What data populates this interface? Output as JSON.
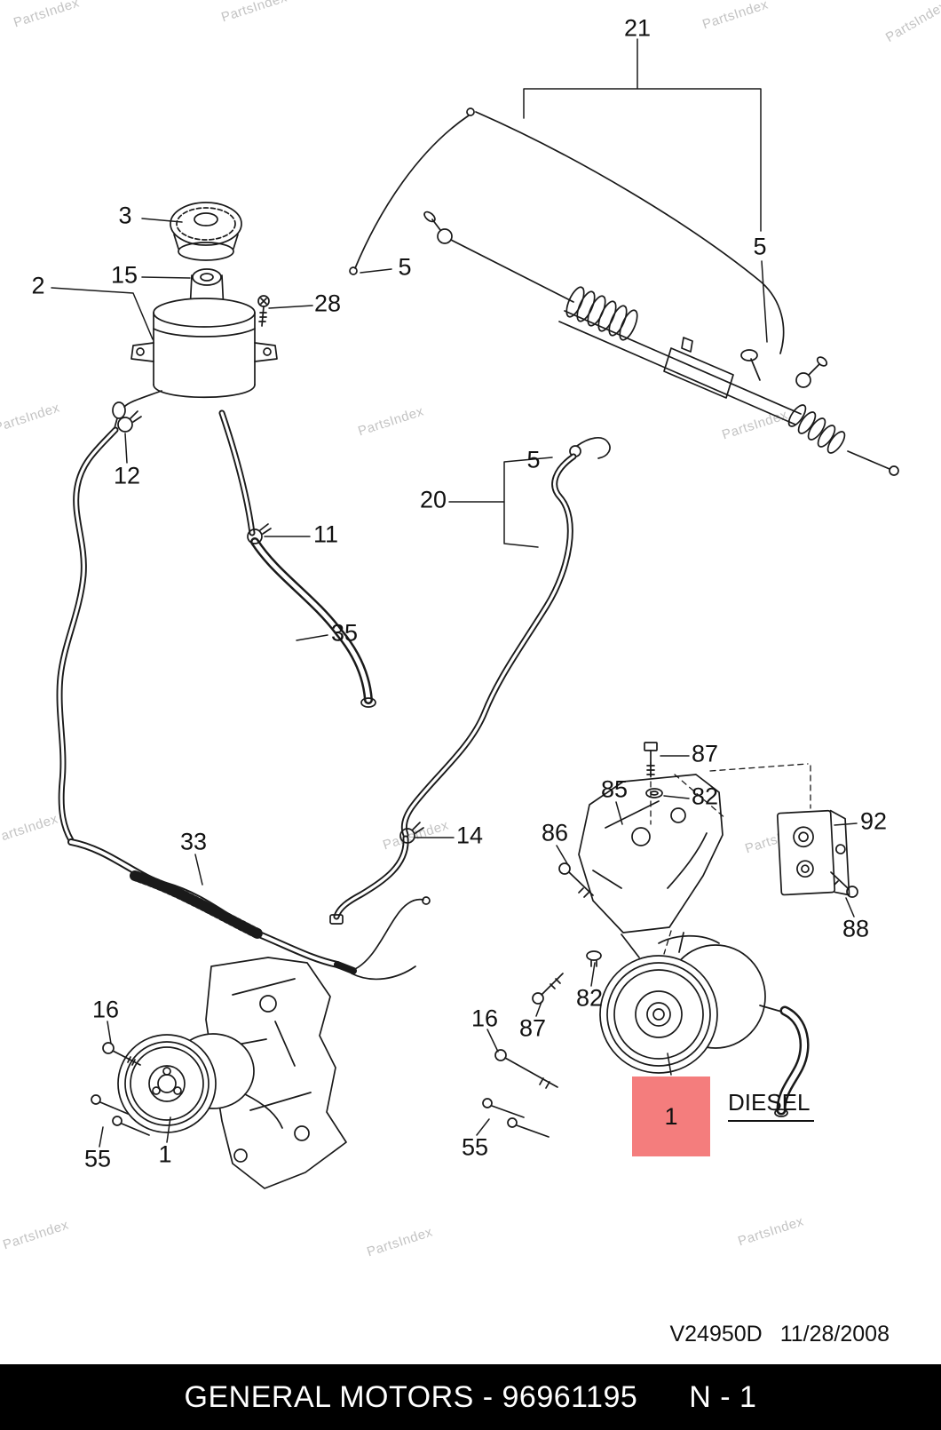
{
  "watermark": {
    "text": "PartsIndex"
  },
  "footer": {
    "catalog": "GENERAL MOTORS - 96961195",
    "page": "N - 1"
  },
  "docref": {
    "code": "V24950D",
    "date": "11/28/2008"
  },
  "highlight": {
    "label": "1",
    "note": "DIESEL",
    "color": "#f47d7d"
  },
  "callouts": {
    "c21": "21",
    "c3": "3",
    "c15": "15",
    "c2": "2",
    "c28": "28",
    "c5": "5",
    "c12": "12",
    "c11": "11",
    "c20": "20",
    "c35": "35",
    "c33": "33",
    "c14": "14",
    "c87": "87",
    "c85": "85",
    "c82": "82",
    "c86": "86",
    "c92": "92",
    "c88": "88",
    "c16": "16",
    "c55": "55",
    "c1": "1"
  }
}
